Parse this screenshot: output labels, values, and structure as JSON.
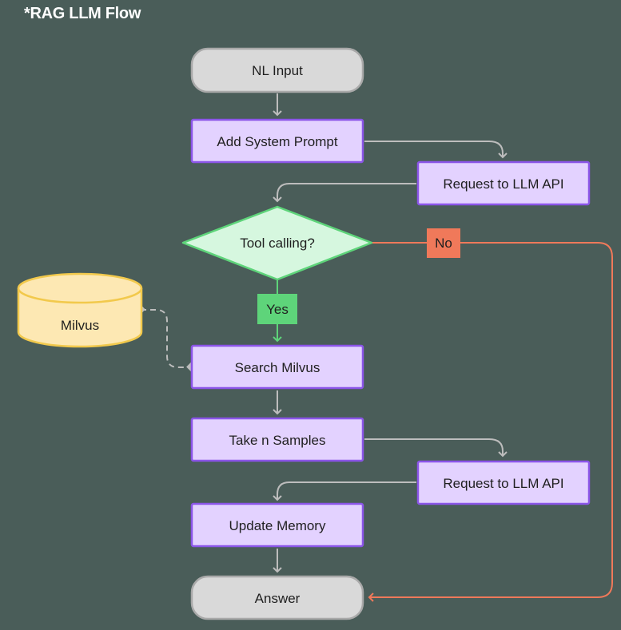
{
  "title": "*RAG LLM Flow",
  "colors": {
    "background": "#4a5d59",
    "process_fill": "#e3d2ff",
    "process_stroke": "#8b55e8",
    "terminal_fill": "#d9d9d9",
    "terminal_stroke": "#a9a9a9",
    "decision_fill": "#d6f7df",
    "decision_stroke": "#5ed47a",
    "db_fill": "#fde8b3",
    "db_stroke": "#f2c94c",
    "yes_color": "#5ed47a",
    "no_color": "#f0795a",
    "connector": "#bdbdbd"
  },
  "nodes": {
    "nl_input": "NL Input",
    "add_system_prompt": "Add System Prompt",
    "request_llm_1": "Request to LLM API",
    "tool_calling": "Tool calling?",
    "milvus": "Milvus",
    "search_milvus": "Search Milvus",
    "take_samples": "Take n Samples",
    "request_llm_2": "Request to LLM API",
    "update_memory": "Update Memory",
    "answer": "Answer"
  },
  "edge_labels": {
    "yes": "Yes",
    "no": "No"
  }
}
